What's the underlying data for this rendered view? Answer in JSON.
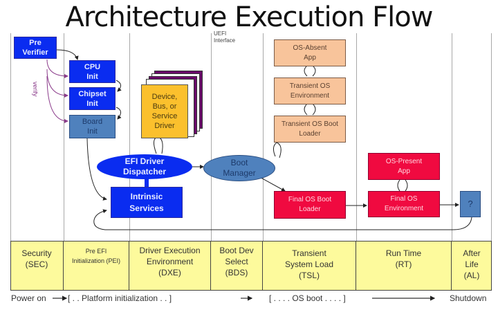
{
  "title": "Architecture Execution Flow",
  "uefi_interface_label": "UEFI\nInterface",
  "verify_label": "verify",
  "sec": {
    "pre_verifier": "Pre\nVerifier"
  },
  "pei": {
    "cpu_init": "CPU\nInit",
    "chipset_init": "Chipset\nInit",
    "board_init": "Board\nInit"
  },
  "dxe": {
    "driver": "Device,\nBus, or\nService\nDriver",
    "dispatcher": "EFI Driver\nDispatcher",
    "intrinsic": "Intrinsic\nServices"
  },
  "bds": {
    "boot_manager": "Boot\nManager"
  },
  "tsl": {
    "os_absent_app": "OS-Absent\nApp",
    "transient_os_env": "Transient OS\nEnvironment",
    "transient_os_boot_loader": "Transient OS Boot\nLoader",
    "final_os_boot_loader": "Final OS Boot\nLoader"
  },
  "rt": {
    "os_present_app": "OS-Present\nApp",
    "final_os_env": "Final OS\nEnvironment"
  },
  "al": {
    "unknown": "?"
  },
  "phases": [
    {
      "label": "Security\n(SEC)"
    },
    {
      "label": "Pre EFI\nInitialization (PEI)"
    },
    {
      "label": "Driver Execution\nEnvironment\n(DXE)"
    },
    {
      "label": "Boot Dev\nSelect\n(BDS)"
    },
    {
      "label": "Transient\nSystem Load\n(TSL)"
    },
    {
      "label": "Run Time\n(RT)"
    },
    {
      "label": "After\nLife\n(AL)"
    }
  ],
  "footer": {
    "power_on": "Power on",
    "platform_init": "[ . . Platform initialization . . ]",
    "os_boot": "[ . . . . OS boot . . . . ]",
    "shutdown": "Shutdown"
  },
  "colors": {
    "sec_pei_blue": "#0a2cf0",
    "board_steel": "#4f81bd",
    "driver_orange": "#fbc02d",
    "driver_stack_purple": "#6a0a6a",
    "tsl_peach": "#f8c49b",
    "rt_red": "#f00a40",
    "phase_yellow": "#fdfa9c",
    "verify_purple": "#8a3a8a"
  }
}
